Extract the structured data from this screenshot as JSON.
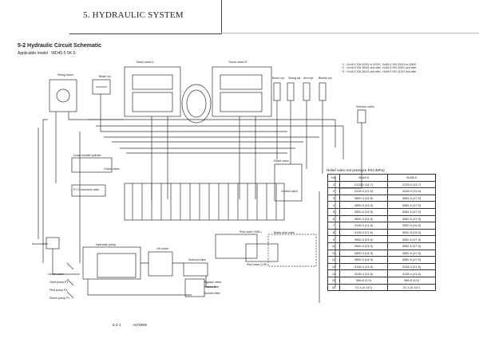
{
  "header": {
    "title": "5. HYDRAULIC SYSTEM"
  },
  "section": {
    "title": "5-2  Hydraulic Circuit Schematic",
    "applicable": "Applicable model : WD45-5  5K-5"
  },
  "notes": [
    "*1 : Vio45-5 S/N 30001 to 50001, Vio55-5 S/N 30001 to 30600",
    "*2 : Vio45-5 S/N 38001 and after, Vio55-5 S/N 30601 and after",
    "*3 : Vio45-5 S/N 38101 and after, Vio55-5 S/N 31001 and after"
  ],
  "labels": {
    "swing_motor": "Swing motor",
    "blade_cyl": "Blade cyl.",
    "travel_motor_l": "Travel motor L",
    "travel_motor_r": "Travel motor R",
    "boom_cyl": "Boom cyl.",
    "swing_cyl": "Swing cyl.",
    "arm_cyl": "Arm cyl.",
    "bucket_cyl": "Bucket cyl.",
    "selector_valve": "Selector valve",
    "dozer_valve": "Dozer-shuttle cylinder",
    "check_valve": "Check valve",
    "pto_solenoid": "P.T.O solenoid valve",
    "relief_valve": "Relief valve",
    "control_valve": "Control valve",
    "pilot_valve_swl": "Pilot valve (SWL)",
    "pilot_valve_lr": "Pilot valve (L/R)",
    "blade_pilot": "Blade pilot valve",
    "hydraulic_pump": "Hydraulic pump",
    "oil_cooler": "Oil cooler",
    "accumulator": "Accumulator",
    "circuit_valve": "Circuit valve",
    "gear_pump": "Gear pump P3",
    "pilot_pump": "Pilot pump P4",
    "piston_pump": "Piston pump P1",
    "solenoid_tank": "Solenoid tank",
    "bypass_valve": "Bypass valve",
    "return_filter": "Return filter",
    "suction_filter": "Suction filter"
  },
  "relief_table": {
    "title": "Relief valve set pressure  PSI (MPa)",
    "headers": [
      "No.",
      "Vio45-5",
      "Vio55-5"
    ],
    "rows": [
      [
        "1",
        "2133.0 (14.7)",
        "2133.0 (14.7)"
      ],
      [
        "2",
        "3128.4 (21.6)",
        "3128.4 (21.6)"
      ],
      [
        "3",
        "3550.3 (24.5)",
        "3981.6 (27.5)"
      ],
      [
        "4",
        "3550.3 (24.5)",
        "3981.6 (27.5)"
      ],
      [
        "5",
        "3550.3 (24.5)",
        "3981.6 (27.5)"
      ],
      [
        "6",
        "3550.3 (24.5)",
        "3981.6 (27.5)"
      ],
      [
        "7",
        "3128.4 (21.6)",
        "3550.3 (24.5)"
      ],
      [
        "8",
        "3128.4 (21.6)",
        "3550.3 (24.5)"
      ],
      [
        "9",
        "3550.3 (24.5)",
        "3981.6 (27.5)"
      ],
      [
        "10",
        "3550.3 (24.5)",
        "3981.6 (27.5)"
      ],
      [
        "11",
        "3550.3 (24.5)",
        "3981.6 (27.5)"
      ],
      [
        "12",
        "3550.3 (24.5)",
        "3981.6 (27.5)"
      ],
      [
        "13",
        "3128.4 (21.6)",
        "3128.4 (21.6)"
      ],
      [
        "14",
        "3128.4 (21.6)",
        "3128.4 (21.6)"
      ],
      [
        "15",
        "568.8 (3.9)",
        "568.8 (3.9)"
      ],
      [
        "16",
        "21.3 (0.147)",
        "21.3 (0.147)"
      ]
    ]
  },
  "footer": {
    "page": "5-2-1",
    "code": "A470650"
  }
}
